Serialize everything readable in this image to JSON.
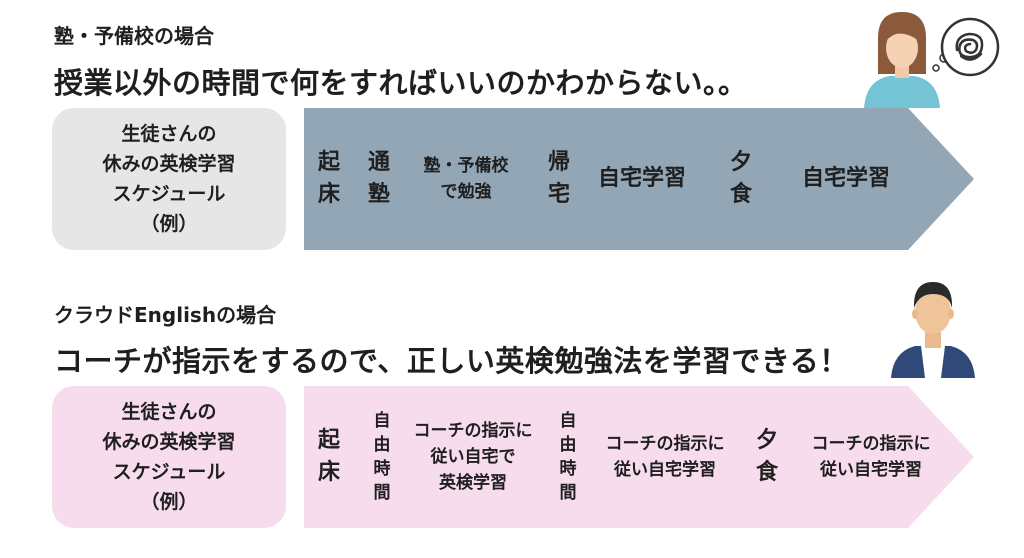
{
  "section1": {
    "subtitle": "塾・予備校の場合",
    "headline": "授業以外の時間で何をすればいいのかわからない。。",
    "label_lines": [
      "生徒さんの",
      "休みの英検学習",
      "スケジュール",
      "（例）"
    ],
    "cells": [
      {
        "lines": [
          "起",
          "床"
        ]
      },
      {
        "lines": [
          "通",
          "塾"
        ]
      },
      {
        "lines": [
          "塾・予備校",
          "で勉強"
        ]
      },
      {
        "lines": [
          "帰",
          "宅"
        ]
      },
      {
        "lines": [
          "自宅学習"
        ]
      },
      {
        "lines": [
          "夕",
          "食"
        ]
      },
      {
        "lines": [
          "自宅学習"
        ]
      }
    ]
  },
  "section2": {
    "subtitle": "クラウドEnglishの場合",
    "headline": "コーチが指示をするので、正しい英検勉強法を学習できる！",
    "label_lines": [
      "生徒さんの",
      "休みの英検学習",
      "スケジュール",
      "（例）"
    ],
    "cells": [
      {
        "lines": [
          "起",
          "床"
        ]
      },
      {
        "lines": [
          "自",
          "由",
          "時",
          "間"
        ]
      },
      {
        "lines": [
          "コーチの指示に",
          "従い自宅で",
          "英検学習"
        ]
      },
      {
        "lines": [
          "自",
          "由",
          "時",
          "間"
        ]
      },
      {
        "lines": [
          "コーチの指示に",
          "従い自宅学習"
        ]
      },
      {
        "lines": [
          "夕",
          "食"
        ]
      },
      {
        "lines": [
          "コーチの指示に",
          "従い自宅学習"
        ]
      }
    ]
  },
  "colors": {
    "arrow1": "#93a6b5",
    "arrow2": "#f7dcee",
    "label1": "#e6e6e6",
    "label2": "#f7dcee"
  },
  "icons": {
    "woman": "confused-woman-icon",
    "thought": "tangled-thought-bubble-icon",
    "man": "man-in-suit-icon"
  }
}
